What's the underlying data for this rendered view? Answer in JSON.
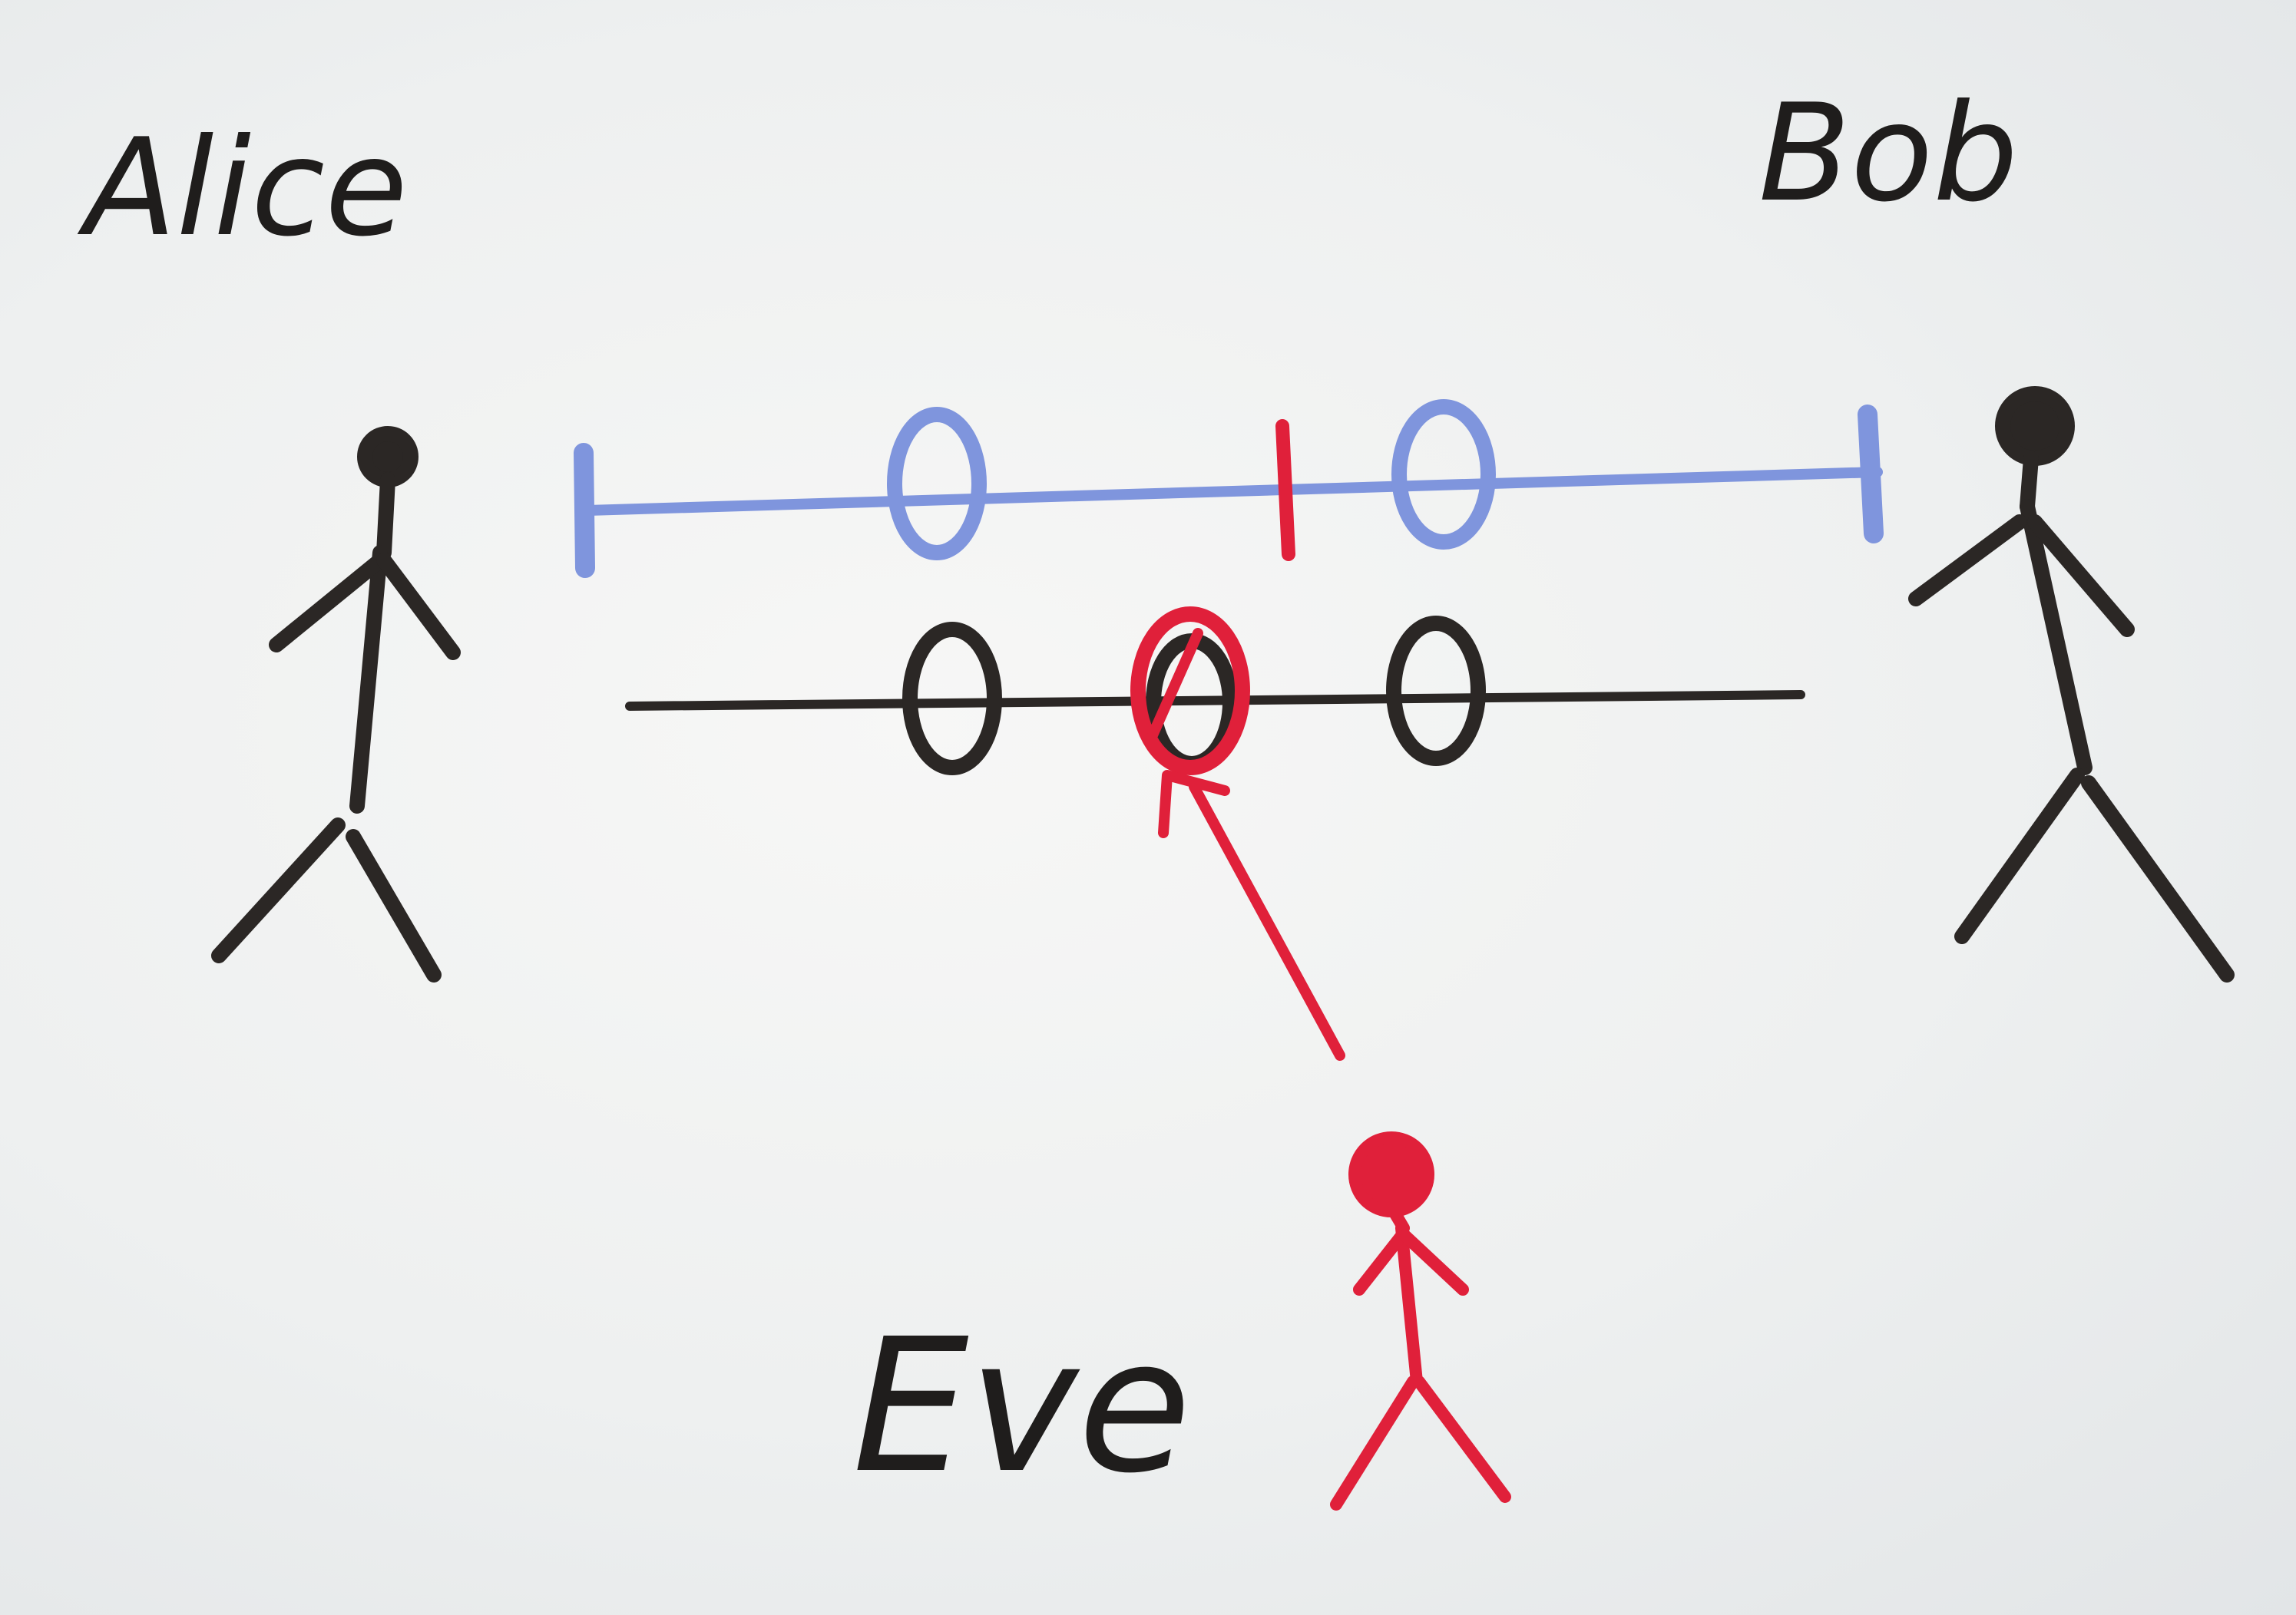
{
  "labels": {
    "alice": "Alice",
    "bob": "Bob",
    "eve": "Eve"
  },
  "bits": {
    "blue_channel": [
      "0",
      "1",
      "0"
    ],
    "black_channel": [
      "0",
      "0",
      "0"
    ],
    "intercepted_bit": "0"
  },
  "colors": {
    "ink_black": "#2b2725",
    "ink_blue": "#7f95dd",
    "ink_red": "#e0203a",
    "board": "#eceeef"
  }
}
